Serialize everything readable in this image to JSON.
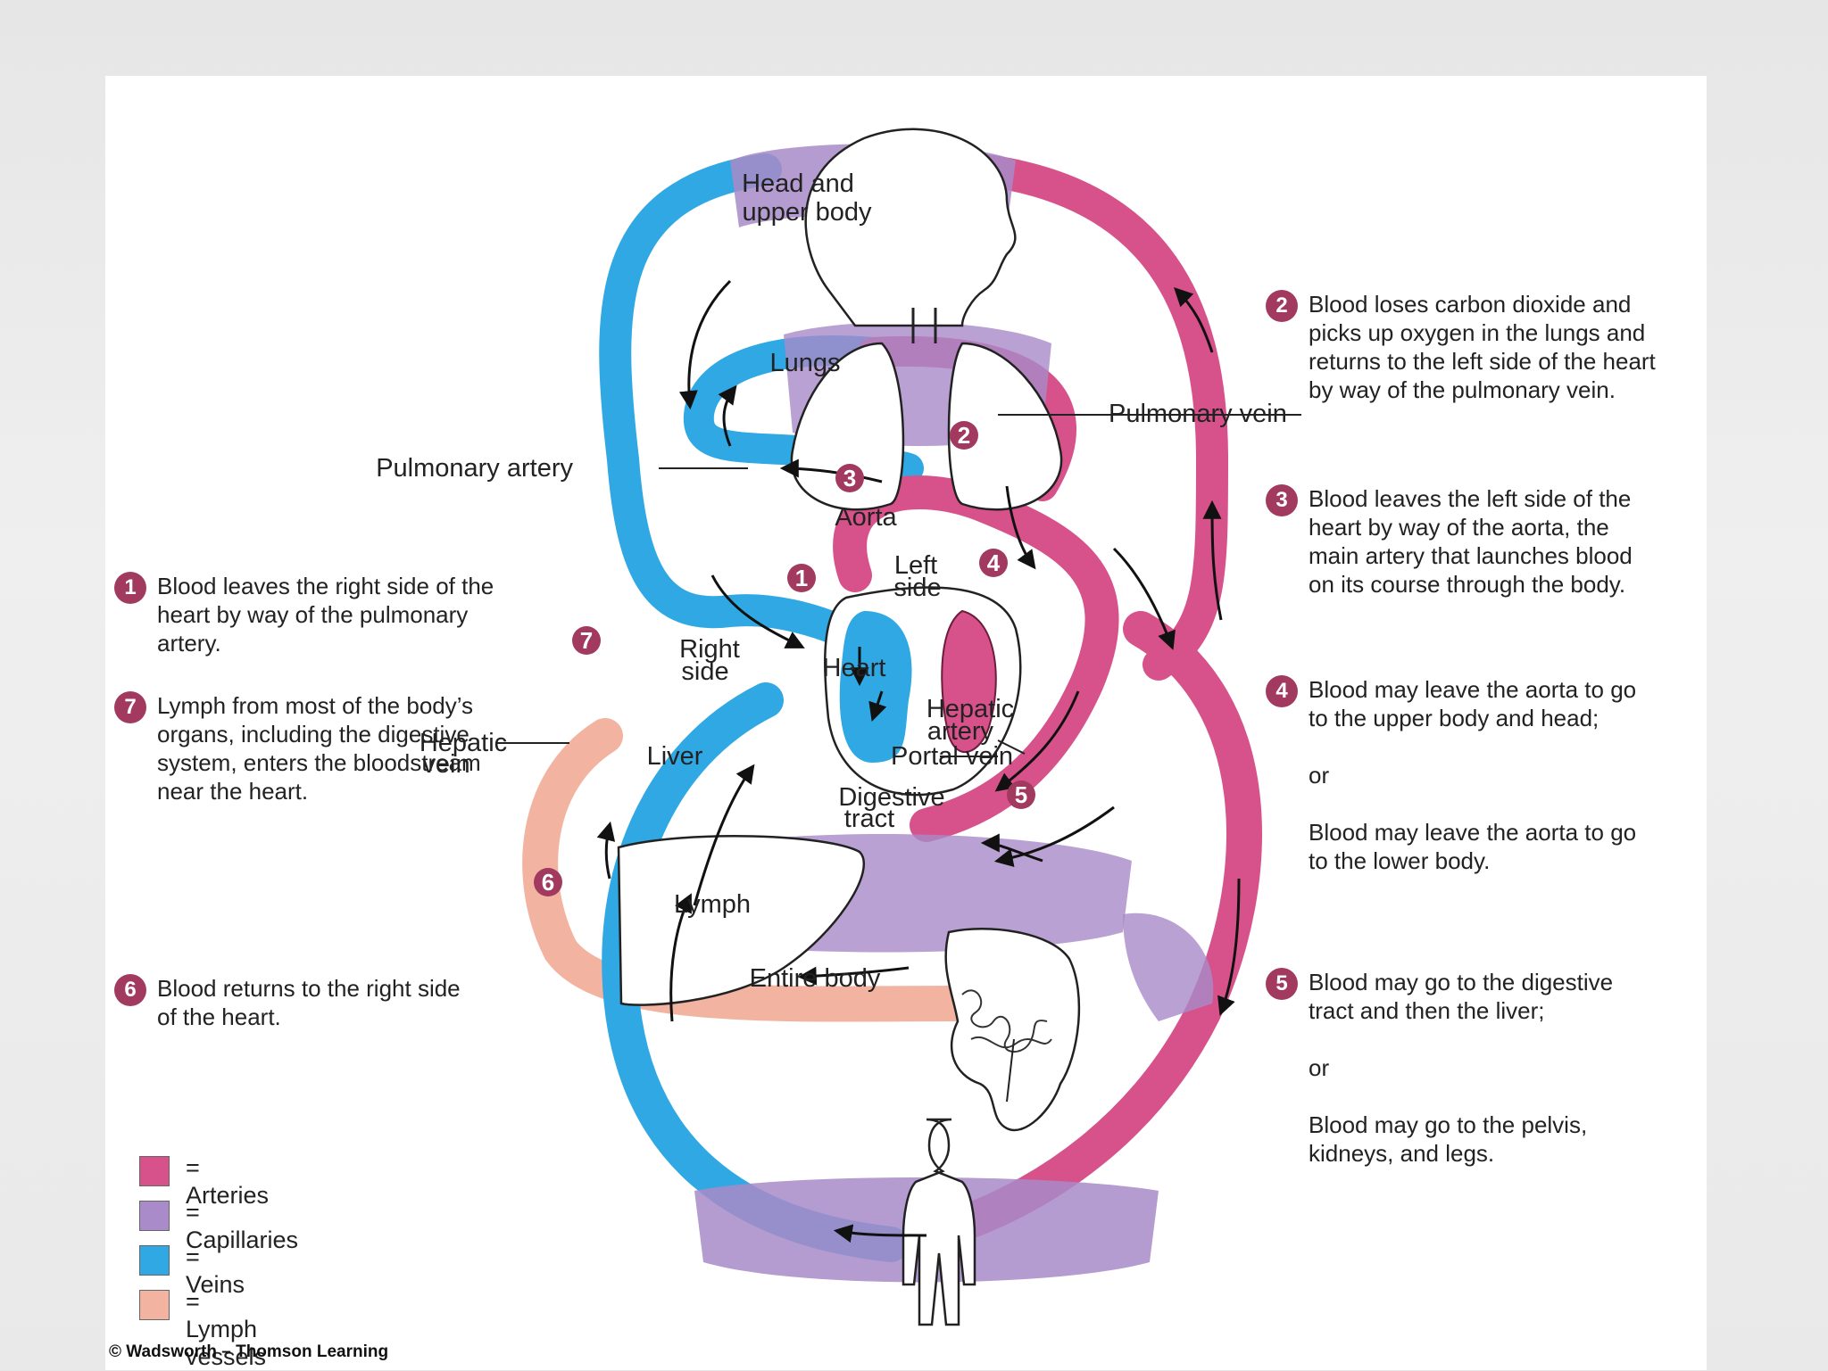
{
  "colors": {
    "artery": "#d7528a",
    "capillary": "#a88bc8",
    "vein": "#2fa8e4",
    "lymph": "#f2b3a0",
    "badge": "#a23a5f"
  },
  "labels": {
    "head": [
      "Head and",
      "upper body"
    ],
    "lungs": "Lungs",
    "pulmonary_artery": "Pulmonary artery",
    "pulmonary_vein": "Pulmonary vein",
    "aorta": "Aorta",
    "left_side": [
      "Left",
      "side"
    ],
    "right_side": [
      "Right",
      "side"
    ],
    "heart": "Heart",
    "hepatic_artery": [
      "Hepatic",
      "artery"
    ],
    "portal_vein": "Portal vein",
    "hepatic_vein": [
      "Hepatic",
      "vein"
    ],
    "liver": "Liver",
    "digestive_tract": [
      "Digestive",
      "tract"
    ],
    "lymph": "Lymph",
    "entire_body": "Entire body"
  },
  "badges": {
    "b1": "1",
    "b2": "2",
    "b3": "3",
    "b4": "4",
    "b5": "5",
    "b6": "6",
    "b7": "7"
  },
  "notes": {
    "n1": {
      "num": "1",
      "lines": [
        "Blood leaves the right side of the",
        "heart by way of the pulmonary",
        "artery."
      ]
    },
    "n7": {
      "num": "7",
      "lines": [
        "Lymph from most of the body’s",
        "organs, including the digestive",
        "system, enters the bloodstream",
        "near the heart."
      ]
    },
    "n6": {
      "num": "6",
      "lines": [
        "Blood returns to the right side",
        "of the heart."
      ]
    },
    "n2": {
      "num": "2",
      "lines": [
        "Blood loses carbon dioxide and",
        "picks up oxygen in the lungs and",
        "returns to the left side of the heart",
        "by way of the pulmonary vein."
      ]
    },
    "n3": {
      "num": "3",
      "lines": [
        "Blood leaves the left side of the",
        "heart by way of the aorta, the",
        "main artery that launches blood",
        "on its course through the body."
      ]
    },
    "n4": {
      "num": "4",
      "lines": [
        "Blood may leave the aorta to go",
        "to the upper body and head;",
        "",
        "or",
        "",
        "Blood may leave the aorta to go",
        "to the lower body."
      ]
    },
    "n5": {
      "num": "5",
      "lines": [
        "Blood may go to the digestive",
        "tract and then the liver;",
        "",
        "or",
        "",
        "Blood may go to the pelvis,",
        "kidneys, and legs."
      ]
    }
  },
  "legend": [
    {
      "label": "= Arteries",
      "color": "#d7528a"
    },
    {
      "label": "= Capillaries",
      "color": "#a88bc8"
    },
    {
      "label": "= Veins",
      "color": "#2fa8e4"
    },
    {
      "label": "= Lymph vessels",
      "color": "#f2b3a0"
    }
  ],
  "copyright": "© Wadsworth – Thomson Learning"
}
